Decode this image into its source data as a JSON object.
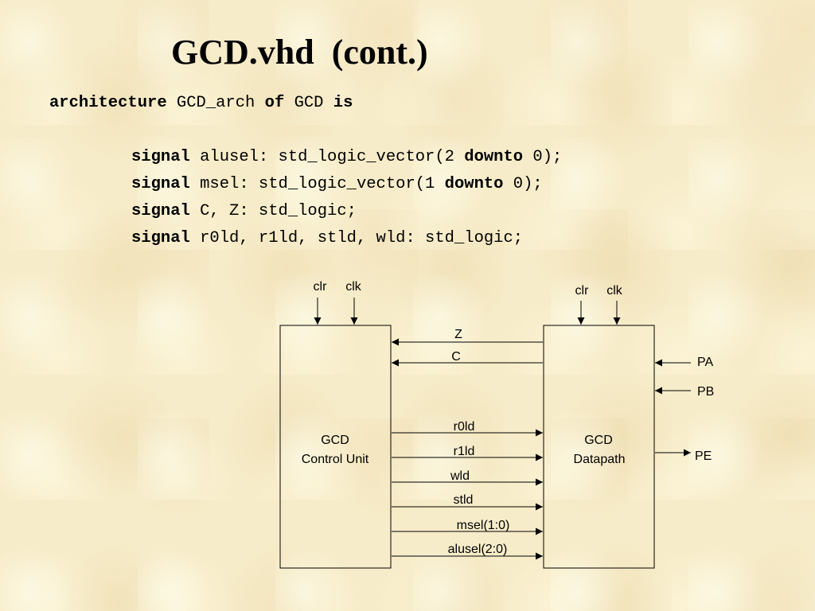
{
  "title": "GCD.vhd  (cont.)",
  "code": {
    "arch_line": {
      "kw1": "architecture",
      "t1": " GCD_arch ",
      "kw2": "of",
      "t2": " GCD ",
      "kw3": "is"
    },
    "signals": [
      {
        "kw": "signal",
        "pre": " alusel: std_logic_vector(2 ",
        "kw2": "downto",
        "post": " 0);"
      },
      {
        "kw": "signal",
        "pre": " msel: std_logic_vector(1 ",
        "kw2": "downto",
        "post": " 0);"
      },
      {
        "kw": "signal",
        "pre": " C, Z: std_logic;"
      },
      {
        "kw": "signal",
        "pre": " r0ld, r1ld, stld, wld: std_logic;"
      }
    ]
  },
  "diagram": {
    "control_unit": {
      "line1": "GCD",
      "line2": "Control Unit",
      "clr": "clr",
      "clk": "clk"
    },
    "datapath": {
      "line1": "GCD",
      "line2": "Datapath",
      "clr": "clr",
      "clk": "clk"
    },
    "feedback_signals": [
      "Z",
      "C"
    ],
    "control_signals": [
      "r0ld",
      "r1ld",
      "wld",
      "stld",
      "msel(1:0)",
      "alusel(2:0)"
    ],
    "external_inputs": [
      "PA",
      "PB"
    ],
    "external_outputs": [
      "PE"
    ]
  }
}
